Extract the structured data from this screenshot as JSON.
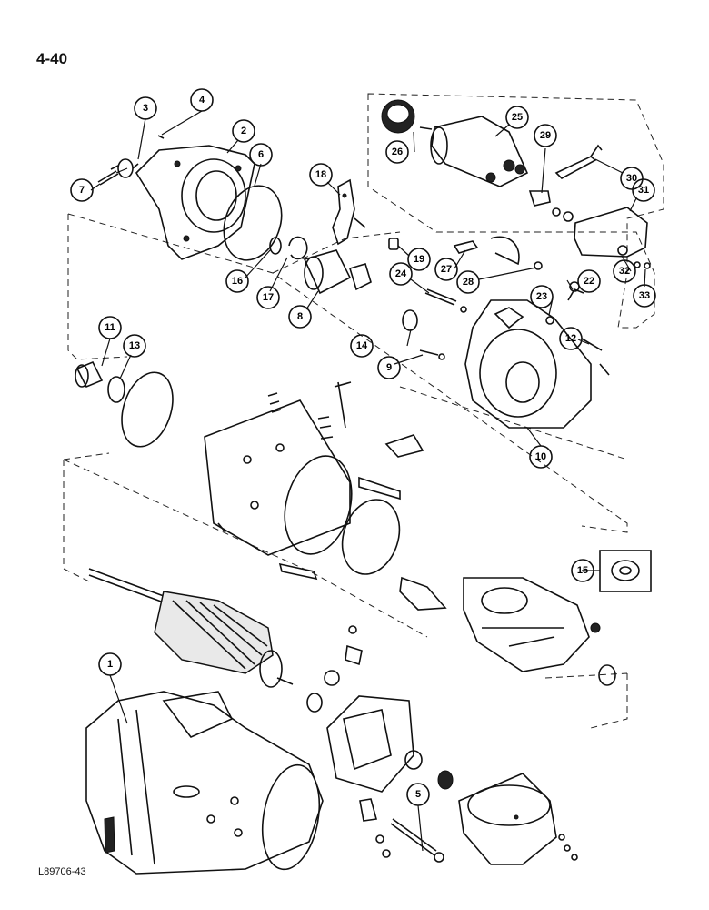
{
  "page": {
    "number": "4-40",
    "figure_code": "L89706-43"
  },
  "callouts": {
    "c1": "1",
    "c2": "2",
    "c3": "3",
    "c4": "4",
    "c5": "5",
    "c6": "6",
    "c7": "7",
    "c8": "8",
    "c9": "9",
    "c10": "10",
    "c11": "11",
    "c12": "12",
    "c13": "13",
    "c14": "14",
    "c15": "15",
    "c16": "16",
    "c17": "17",
    "c18": "18",
    "c19": "19",
    "c22": "22",
    "c23": "23",
    "c24": "24",
    "c25": "25",
    "c26": "26",
    "c27": "27",
    "c28": "28",
    "c29": "29",
    "c30": "30",
    "c31": "31",
    "c32": "32",
    "c33": "33"
  }
}
